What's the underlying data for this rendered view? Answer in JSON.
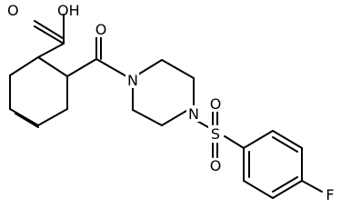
{
  "molecule": {
    "atoms": {
      "carboxyl_oxygen": "O",
      "hydroxyl": "OH",
      "amide_oxygen": "O",
      "amide_nitrogen": "N",
      "sulfonyl_nitrogen": "N",
      "sulfonyl_oxygen_top": "O",
      "sulfonyl_oxygen_bottom": "O",
      "sulfur": "S",
      "fluorine": "F"
    },
    "colors": {
      "bond": "#000000",
      "label": "#000000",
      "background": "#ffffff"
    }
  }
}
